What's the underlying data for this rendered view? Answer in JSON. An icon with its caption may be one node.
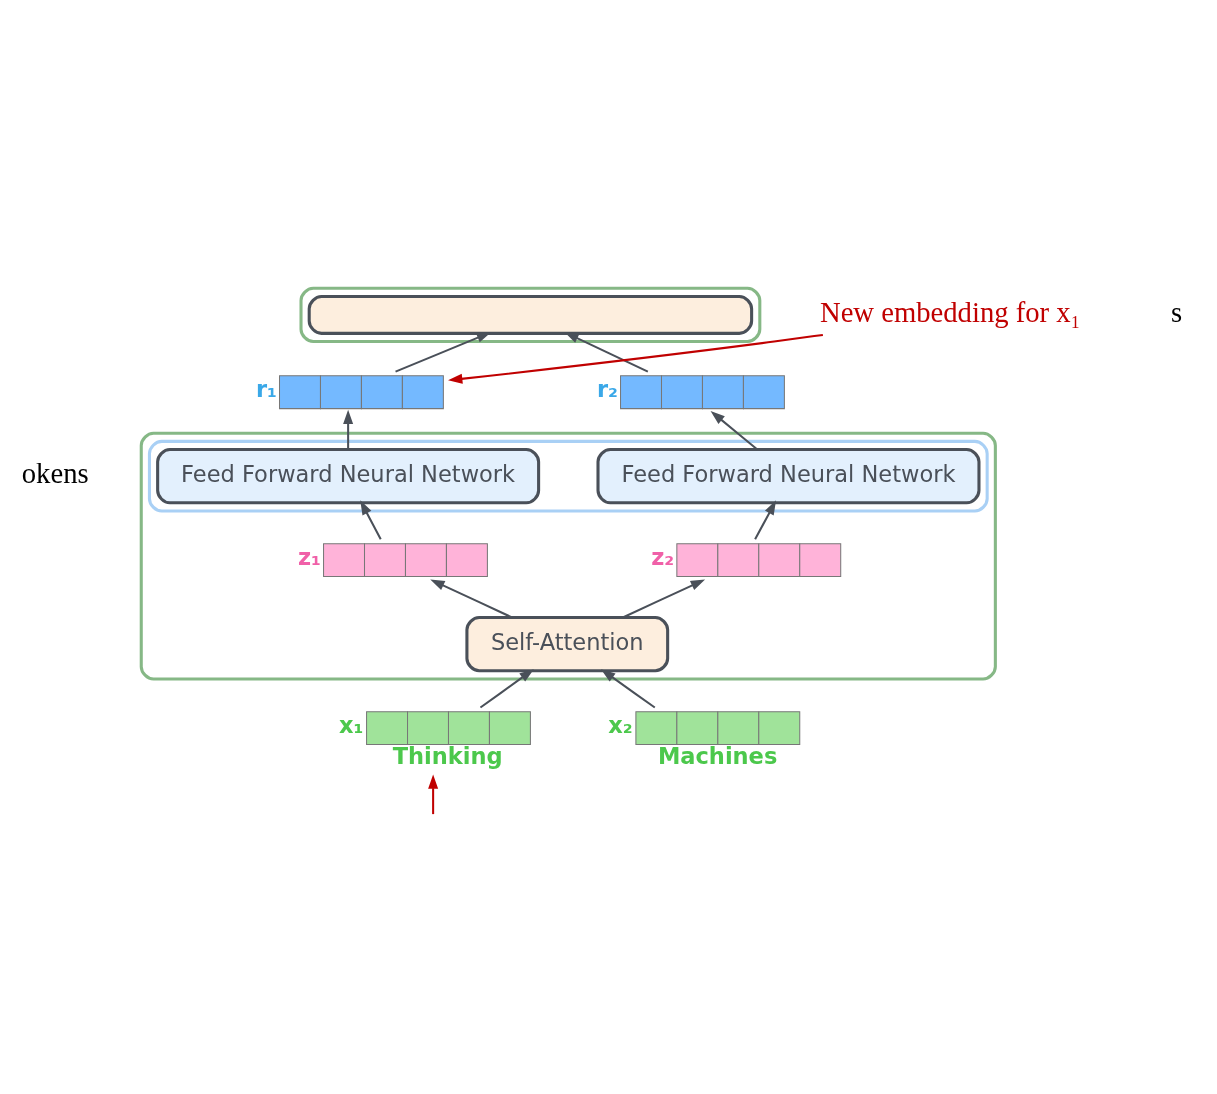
{
  "diagram": {
    "nodes": [
      {
        "text": [],
        "shape": "box"
      },
      {
        "text": [],
        "shape": "box",
        "in": 0
      },
      {
        "text": [],
        "shape": "bar",
        "beside": [
          "r₁"
        ]
      },
      {
        "text": [],
        "shape": "bar",
        "beside": [
          "r₂"
        ]
      },
      {
        "text": [],
        "shape": "box"
      },
      {
        "text": [],
        "shape": "box",
        "in": 4
      },
      {
        "text": [
          "Feed Forward Neural Network"
        ],
        "in": 5
      },
      {
        "text": [
          "Feed Forward Neural Network"
        ],
        "in": 5
      },
      {
        "text": [],
        "shape": "bar",
        "beside": [
          "z₁"
        ],
        "in": 4
      },
      {
        "text": [],
        "shape": "bar",
        "beside": [
          "z₂"
        ],
        "in": 4
      },
      {
        "text": [
          "Self-Attention"
        ],
        "in": 4
      },
      {
        "text": [],
        "shape": "bar",
        "beside": [
          "x₁",
          "Thinking"
        ]
      },
      {
        "text": [],
        "shape": "bar",
        "beside": [
          "x₂",
          "Machines"
        ]
      },
      {
        "text": [
          "New embedding for x₁"
        ]
      }
    ],
    "edges": [
      {
        "from": 11,
        "to": 10,
        "arrow": "to"
      },
      {
        "from": 12,
        "to": 10,
        "arrow": "to"
      },
      {
        "from": 10,
        "to": 8,
        "arrow": "to"
      },
      {
        "from": 10,
        "to": 9,
        "arrow": "to"
      },
      {
        "from": 8,
        "to": 6,
        "arrow": "to"
      },
      {
        "from": 9,
        "to": 7,
        "arrow": "to"
      },
      {
        "from": 6,
        "to": 2,
        "arrow": "to"
      },
      {
        "from": 7,
        "to": 3,
        "arrow": "to"
      },
      {
        "from": 2,
        "to": 1,
        "arrow": "to"
      },
      {
        "from": 3,
        "to": 1,
        "arrow": "to"
      },
      {
        "from": 13,
        "to": 2,
        "arrow": "to",
        "color": "#c00000"
      },
      {
        "from": null,
        "to": 11,
        "arrow": "to",
        "color": "#c00000"
      }
    ],
    "labels": [
      "okens",
      "s"
    ]
  }
}
